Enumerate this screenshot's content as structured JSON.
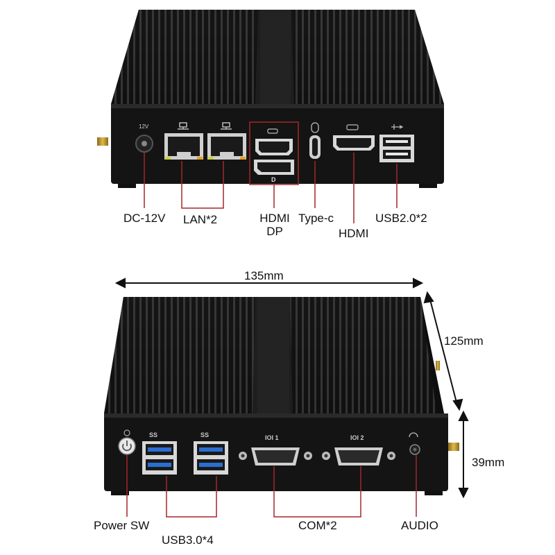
{
  "top_view": {
    "port_labels": {
      "dc": "DC-12V",
      "lan": "LAN*2",
      "hdmi_dp_line1": "HDMI",
      "hdmi_dp_line2": "DP",
      "typec": "Type-c",
      "hdmi": "HDMI",
      "usb2": "USB2.0*2"
    },
    "panel_marks": {
      "dc_voltage": "12V",
      "dp_mark": "D"
    }
  },
  "bottom_view": {
    "dimensions": {
      "width": "135mm",
      "depth": "125mm",
      "height": "39mm"
    },
    "port_labels": {
      "power": "Power SW",
      "usb3": "USB3.0*4",
      "com": "COM*2",
      "audio": "AUDIO"
    },
    "panel_marks": {
      "usb3_a": "SS",
      "usb3_b": "SS",
      "com1": "IOI 1",
      "com2": "IOI 2"
    }
  },
  "colors": {
    "chassis": "#141414",
    "fin_light": "#3a3a3a",
    "callout_red": "#a3262a",
    "usb3_blue": "#2a6fd1",
    "text": "#111111"
  }
}
